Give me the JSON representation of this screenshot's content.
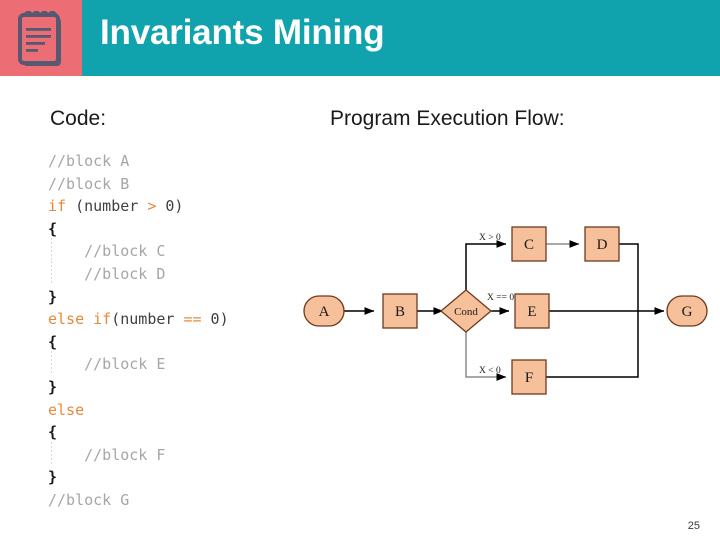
{
  "header": {
    "title": "Invariants Mining",
    "icon": "notepad-icon",
    "band_color": "#10a3ae",
    "icon_block_color": "#ec6d74",
    "title_color": "#ffffff"
  },
  "columns": {
    "code_heading": "Code:",
    "flow_heading": "Program Execution Flow:"
  },
  "code": {
    "language": "c-like",
    "comment_color": "#a6a6a6",
    "keyword_color": "#e8883a",
    "lines": [
      {
        "indent": 0,
        "guide": false,
        "tokens": [
          {
            "t": "cmt",
            "s": "//block A"
          }
        ]
      },
      {
        "indent": 0,
        "guide": false,
        "tokens": [
          {
            "t": "cmt",
            "s": "//block B"
          }
        ]
      },
      {
        "indent": 0,
        "guide": false,
        "tokens": [
          {
            "t": "kw",
            "s": "if"
          },
          {
            "t": "plain",
            "s": " (number "
          },
          {
            "t": "op",
            "s": ">"
          },
          {
            "t": "plain",
            "s": " 0)"
          }
        ]
      },
      {
        "indent": 0,
        "guide": false,
        "tokens": [
          {
            "t": "brace",
            "s": "{"
          }
        ]
      },
      {
        "indent": 1,
        "guide": true,
        "tokens": [
          {
            "t": "cmt",
            "s": "    //block C"
          }
        ]
      },
      {
        "indent": 1,
        "guide": true,
        "tokens": [
          {
            "t": "cmt",
            "s": "    //block D"
          }
        ]
      },
      {
        "indent": 0,
        "guide": false,
        "tokens": [
          {
            "t": "brace",
            "s": "}"
          }
        ]
      },
      {
        "indent": 0,
        "guide": false,
        "tokens": [
          {
            "t": "kw",
            "s": "else if"
          },
          {
            "t": "plain",
            "s": "(number "
          },
          {
            "t": "op",
            "s": "=="
          },
          {
            "t": "plain",
            "s": " 0)"
          }
        ]
      },
      {
        "indent": 0,
        "guide": false,
        "tokens": [
          {
            "t": "brace",
            "s": "{"
          }
        ]
      },
      {
        "indent": 1,
        "guide": true,
        "tokens": [
          {
            "t": "cmt",
            "s": "    //block E"
          }
        ]
      },
      {
        "indent": 0,
        "guide": false,
        "tokens": [
          {
            "t": "brace",
            "s": "}"
          }
        ]
      },
      {
        "indent": 0,
        "guide": false,
        "tokens": [
          {
            "t": "kw",
            "s": "else"
          }
        ]
      },
      {
        "indent": 0,
        "guide": false,
        "tokens": [
          {
            "t": "brace",
            "s": "{"
          }
        ]
      },
      {
        "indent": 1,
        "guide": true,
        "tokens": [
          {
            "t": "cmt",
            "s": "    //block F"
          }
        ]
      },
      {
        "indent": 0,
        "guide": false,
        "tokens": [
          {
            "t": "brace",
            "s": "}"
          }
        ]
      },
      {
        "indent": 0,
        "guide": false,
        "tokens": [
          {
            "t": "cmt",
            "s": "//block G"
          }
        ]
      }
    ]
  },
  "flowchart": {
    "node_fill": "#f5c09a",
    "node_stroke": "#703a1e",
    "edge_color": "#000000",
    "nodes": [
      {
        "id": "A",
        "label": "A",
        "shape": "stadium"
      },
      {
        "id": "B",
        "label": "B",
        "shape": "rect"
      },
      {
        "id": "Cond",
        "label": "Cond",
        "shape": "diamond"
      },
      {
        "id": "C",
        "label": "C",
        "shape": "rect"
      },
      {
        "id": "D",
        "label": "D",
        "shape": "rect"
      },
      {
        "id": "E",
        "label": "E",
        "shape": "rect"
      },
      {
        "id": "F",
        "label": "F",
        "shape": "rect"
      },
      {
        "id": "G",
        "label": "G",
        "shape": "stadium"
      }
    ],
    "edge_labels": {
      "top": "X > 0",
      "middle": "X == 0",
      "bottom": "X < 0"
    },
    "edges": [
      {
        "from": "A",
        "to": "B",
        "label": ""
      },
      {
        "from": "B",
        "to": "Cond",
        "label": ""
      },
      {
        "from": "Cond",
        "to": "C",
        "label": "X > 0"
      },
      {
        "from": "C",
        "to": "D",
        "label": ""
      },
      {
        "from": "Cond",
        "to": "E",
        "label": "X == 0"
      },
      {
        "from": "Cond",
        "to": "F",
        "label": "X < 0"
      },
      {
        "from": "D",
        "to": "G",
        "label": ""
      },
      {
        "from": "E",
        "to": "G",
        "label": ""
      },
      {
        "from": "F",
        "to": "G",
        "label": ""
      }
    ]
  },
  "footer": {
    "page_number": "25"
  }
}
